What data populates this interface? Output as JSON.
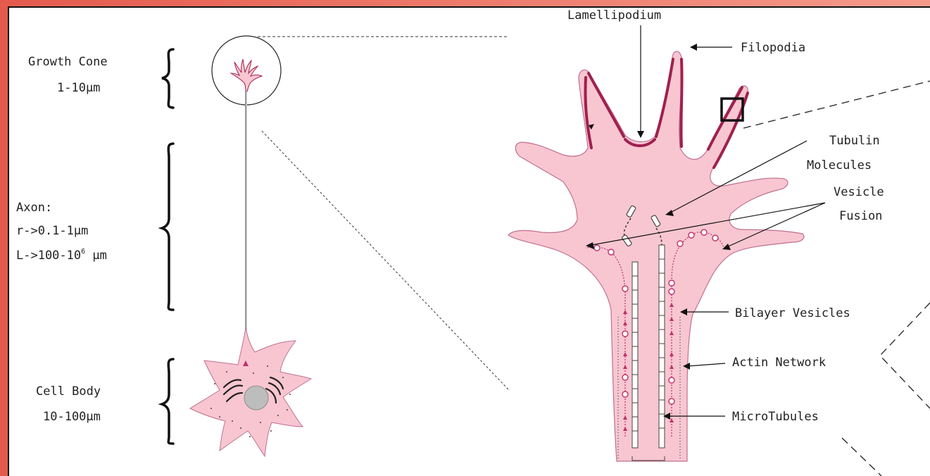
{
  "labels": {
    "growth_cone": "Growth Cone",
    "growth_cone_size": "1-10μm",
    "axon": "Axon:",
    "axon_r": "r->0.1-1μm",
    "axon_l_prefix": "L->100-10",
    "axon_l_exp": "6",
    "axon_l_unit": " μm",
    "cell_body": "Cell Body",
    "cell_body_size": "10-100μm",
    "lamellipodium": "Lamellipodium",
    "filopodia": "Filopodia",
    "tubulin_1": "Tubulin",
    "tubulin_2": "Molecules",
    "vesicle_1": "Vesicle",
    "vesicle_2": "Fusion",
    "bilayer": "Bilayer Vesicles",
    "actin": "Actin Network",
    "microtubules": "MicroTubules"
  },
  "colors": {
    "membrane_fill": "#f8c6d1",
    "membrane_edge": "#a0204e",
    "vesicle": "#c0306a",
    "frame_gradient_left": "#e45a4c",
    "frame_gradient_right": "#f59a8a"
  }
}
